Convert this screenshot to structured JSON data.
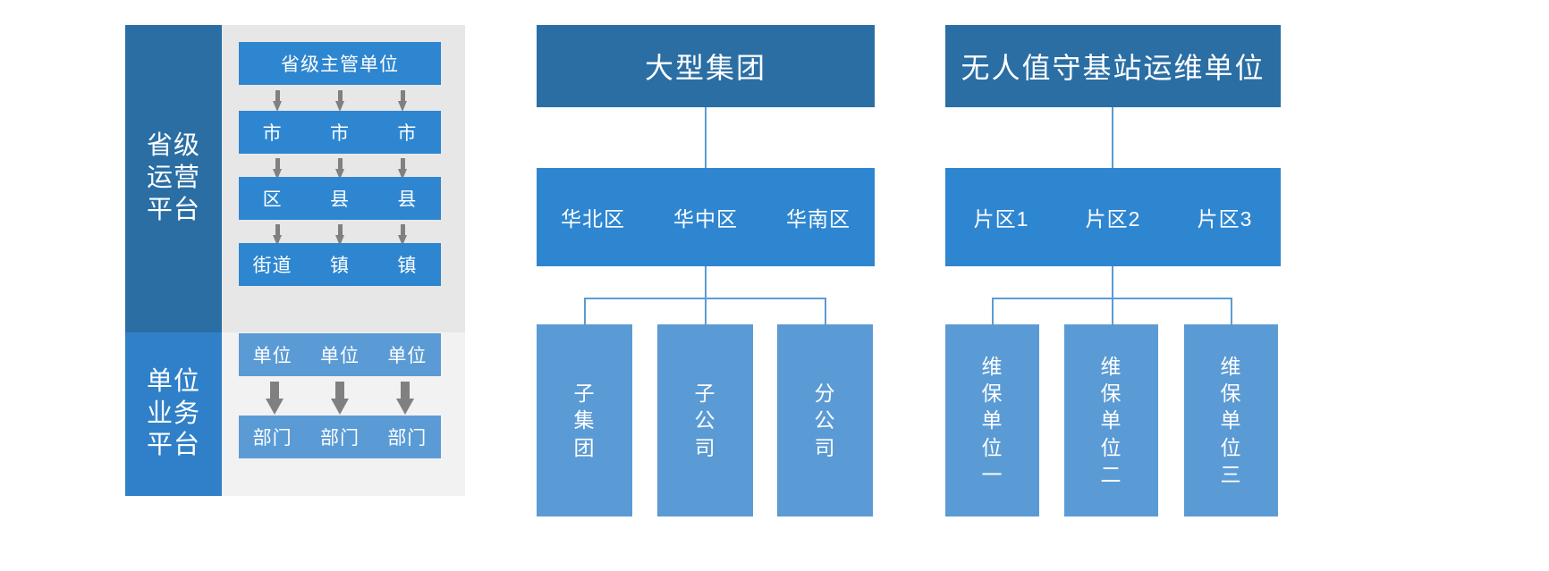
{
  "diagram": {
    "title": "",
    "colors": {
      "header_dark_blue": "#2a6ea4",
      "band_blue": "#2e86d1",
      "leaf_blue": "#5b9bd5",
      "panel_gray_top": "#e7e7e7",
      "panel_gray_bottom": "#f2f2f2",
      "arrow_gray": "#808080",
      "connector_blue": "#5b9bd5",
      "text_white": "#ffffff"
    }
  },
  "left_panel": {
    "sections": [
      {
        "label_lines": [
          "省级",
          "运营",
          "平台"
        ],
        "rows": [
          {
            "cells": [
              "省级主管单位"
            ]
          },
          {
            "cells": [
              "市",
              "市",
              "市"
            ]
          },
          {
            "cells": [
              "区",
              "县",
              "县"
            ]
          },
          {
            "cells": [
              "街道",
              "镇",
              "镇"
            ]
          }
        ],
        "arrow_groups": 3,
        "arrow_rows": 3
      },
      {
        "label_lines": [
          "单位",
          "业务",
          "平台"
        ],
        "rows": [
          {
            "cells": [
              "单位",
              "单位",
              "单位"
            ]
          },
          {
            "cells": [
              "部门",
              "部门",
              "部门"
            ]
          }
        ],
        "arrow_groups": 3,
        "arrow_rows": 1
      }
    ]
  },
  "trees": [
    {
      "name": "large-group",
      "header": "大型集团",
      "band": [
        "华北区",
        "华中区",
        "华南区"
      ],
      "leaves": [
        {
          "chars": [
            "子",
            "集",
            "团"
          ]
        },
        {
          "chars": [
            "子",
            "公",
            "司"
          ]
        },
        {
          "chars": [
            "分",
            "公",
            "司"
          ]
        }
      ]
    },
    {
      "name": "unattended-station-om",
      "header": "无人值守基站运维单位",
      "band": [
        "片区1",
        "片区2",
        "片区3"
      ],
      "leaves": [
        {
          "chars": [
            "维",
            "保",
            "单",
            "位",
            "一"
          ]
        },
        {
          "chars": [
            "维",
            "保",
            "单",
            "位",
            "二"
          ]
        },
        {
          "chars": [
            "维",
            "保",
            "单",
            "位",
            "三"
          ]
        }
      ]
    }
  ]
}
